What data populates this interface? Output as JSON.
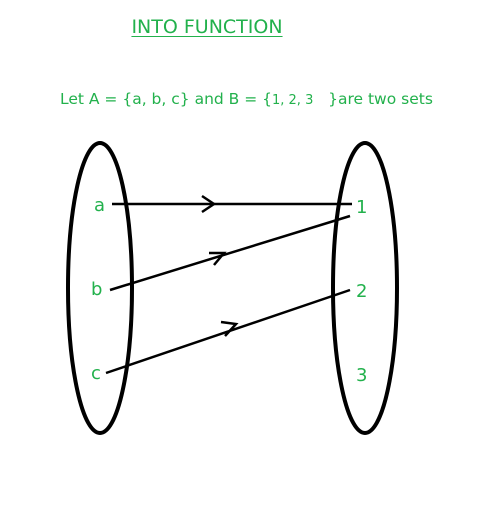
{
  "title": "INTO FUNCTION",
  "statement": {
    "prefix": "Let A = {a, b, c} and B = {",
    "set_b_elements": "1, 2, 3",
    "suffix": "}are two sets"
  },
  "set_a": {
    "elements": [
      "a",
      "b",
      "c"
    ]
  },
  "set_b": {
    "elements": [
      "1",
      "2",
      "3"
    ]
  },
  "mappings": [
    {
      "from": "a",
      "to": "1"
    },
    {
      "from": "b",
      "to": "1"
    },
    {
      "from": "c",
      "to": "2"
    }
  ],
  "colors": {
    "text": "#22b14c",
    "lines": "#000000",
    "background": "#ffffff"
  }
}
